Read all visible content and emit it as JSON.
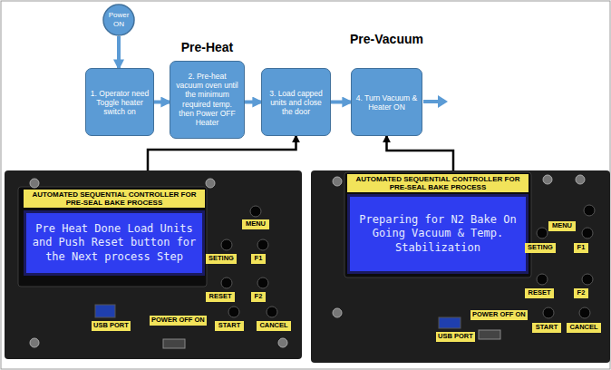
{
  "diagram": {
    "nodes": [
      {
        "text": [
          "Power ON"
        ]
      },
      {
        "text": [
          "1. Operator need Toggle heater switch on"
        ]
      },
      {
        "text": [
          "Pre-Heat",
          "2. Pre-heat vacuum oven until the minimum required temp. then Power OFF Heater"
        ]
      },
      {
        "text": [
          "3. Load capped units and close the door"
        ]
      },
      {
        "text": [
          "Pre-Vacuum",
          "4. Turn Vacuum & Heater ON"
        ]
      },
      {
        "text": [
          "AUTOMATED SEQUENTIAL CONTROLLER FOR PRE-SEAL BAKE PROCESS",
          "Pre Heat Done Load Units and Push Reset button for the Next process Step",
          "MENU",
          "SETING",
          "F1",
          "RESET",
          "F2",
          "START",
          "CANCEL",
          "USB PORT",
          "POWER OFF ON"
        ]
      },
      {
        "text": [
          "AUTOMATED SEQUENTIAL CONTROLLER FOR PRE-SEAL BAKE PROCESS",
          "Preparing for N2 Bake On Going Vacuum & Temp. Stabilization",
          "MENU",
          "SETING",
          "F1",
          "RESET",
          "F2",
          "START",
          "CANCEL",
          "USB PORT",
          "POWER OFF ON"
        ]
      }
    ],
    "edges": [
      {
        "from": 0,
        "to": 1,
        "arrow": "to"
      },
      {
        "from": 1,
        "to": 2,
        "arrow": "to"
      },
      {
        "from": 2,
        "to": 3,
        "arrow": "to"
      },
      {
        "from": 3,
        "to": 4,
        "arrow": "to"
      },
      {
        "from": 5,
        "to": 3,
        "arrow": "to"
      },
      {
        "from": 6,
        "to": 4,
        "arrow": "to"
      }
    ]
  }
}
